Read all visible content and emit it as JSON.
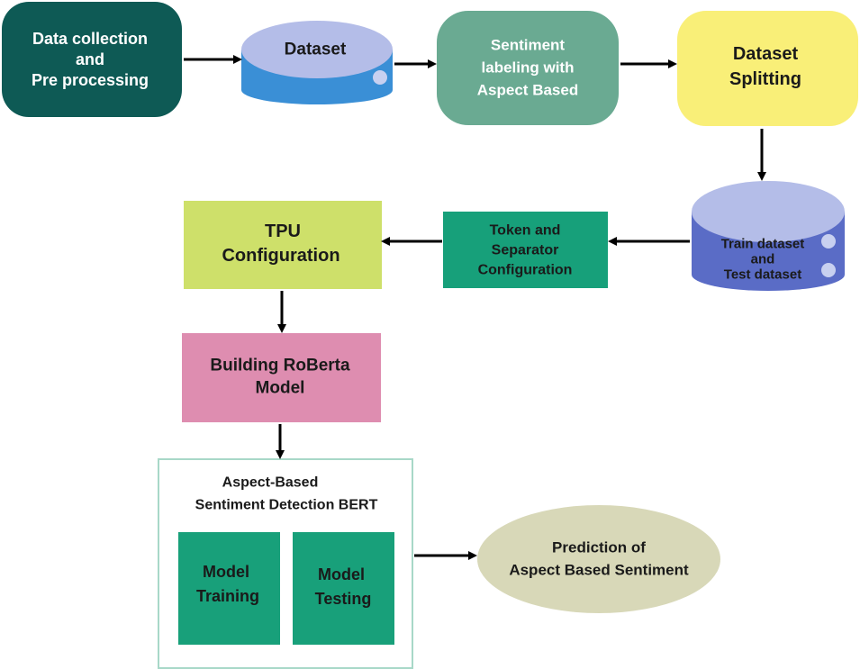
{
  "nodes": {
    "data_collection": {
      "lines": [
        "Data collection",
        "and",
        "Pre processing"
      ],
      "color": "#0e5a55"
    },
    "dataset": {
      "label": "Dataset",
      "top_color": "#b4bde8",
      "side_color": "#3a8fd6"
    },
    "sentiment_labeling": {
      "lines": [
        "Sentiment",
        "labeling with",
        "Aspect Based"
      ],
      "color": "#6aaa92"
    },
    "dataset_splitting": {
      "lines": [
        "Dataset",
        "Splitting"
      ],
      "color": "#f9ef78"
    },
    "train_test": {
      "lines": [
        "Train dataset",
        "and",
        "Test dataset"
      ],
      "top_color": "#b4bde8",
      "side_color": "#5a6cc6"
    },
    "token_separator": {
      "lines": [
        "Token and",
        "Separator",
        "Configuration"
      ],
      "color": "#17a07a"
    },
    "tpu": {
      "lines": [
        "TPU",
        "Configuration"
      ],
      "color": "#cee06a"
    },
    "roberta": {
      "lines": [
        "Building RoBerta",
        "Model"
      ],
      "color": "#de8db0"
    },
    "bert_group": {
      "lines": [
        "Aspect-Based",
        "Sentiment Detection BERT"
      ],
      "border_color": "#a8d8c8"
    },
    "model_training": {
      "lines": [
        "Model",
        "Training"
      ],
      "color": "#18a07a"
    },
    "model_testing": {
      "lines": [
        "Model",
        "Testing"
      ],
      "color": "#18a07a"
    },
    "prediction": {
      "lines": [
        "Prediction of",
        "Aspect Based Sentiment"
      ],
      "color": "#d8d8b8"
    }
  },
  "arrow_color": "#000000"
}
